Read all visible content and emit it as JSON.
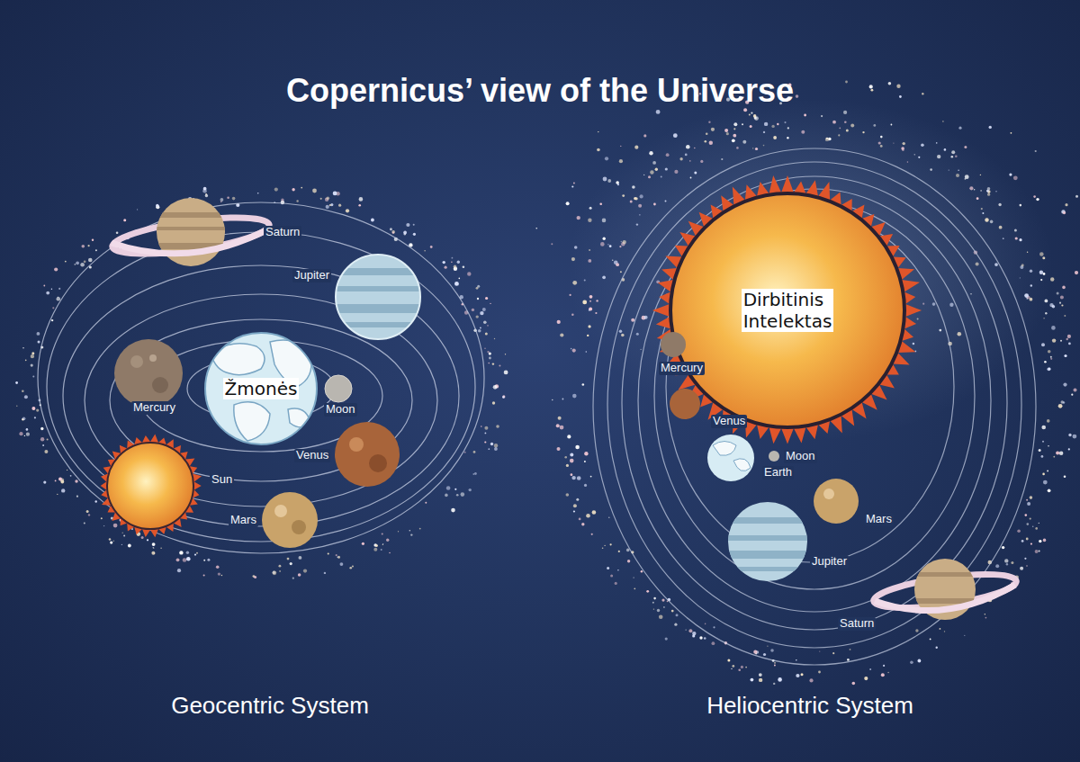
{
  "diagram": {
    "title": "Copernicus’ view of the Universe",
    "nodes": [
      {
        "text": [
          "Žmonės"
        ]
      },
      {
        "text": [
          "Dirbitinis Intelektas"
        ]
      }
    ],
    "labels": [
      "Saturn",
      "Jupiter",
      "Mercury",
      "Moon",
      "Venus",
      "Sun",
      "Mars",
      "Mercury",
      "Venus",
      "Moon",
      "Earth",
      "Mars",
      "Jupiter",
      "Saturn",
      "Geocentric System",
      "Heliocentric System"
    ]
  }
}
